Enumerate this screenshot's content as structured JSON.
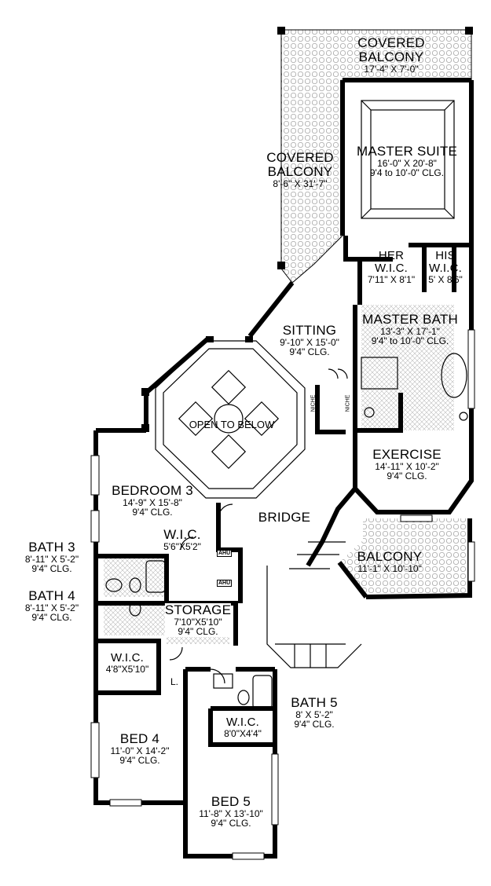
{
  "rooms": {
    "covered_balcony_top": {
      "name_1": "COVERED",
      "name_2": "BALCONY",
      "dim": "17'-4\" X 7'-0\""
    },
    "master_suite": {
      "name": "MASTER SUITE",
      "dim": "16'-0\" X 20'-8\"",
      "clg": "9'4 to 10'-0\" CLG."
    },
    "covered_balcony_side": {
      "name_1": "COVERED",
      "name_2": "BALCONY",
      "dim": "8'-6\" X 31'-7\""
    },
    "her_wic": {
      "name_1": "HER",
      "name_2": "W.I.C.",
      "dim": "7'11\" X 8'1\""
    },
    "his_wic": {
      "name_1": "HIS",
      "name_2": "W.I.C.",
      "dim": "5' X 8'6\""
    },
    "sitting": {
      "name": "SITTING",
      "dim": "9'-10\" X 15'-0\"",
      "clg": "9'4\" CLG."
    },
    "master_bath": {
      "name": "MASTER BATH",
      "dim": "13'-3\" X 17'-1\"",
      "clg": "9'4\" to 10'-0\" CLG."
    },
    "open_to_below": {
      "name": "OPEN TO BELOW"
    },
    "exercise": {
      "name": "EXERCISE",
      "dim": "14'-11\" X 10'-2\"",
      "clg": "9'4\" CLG."
    },
    "bedroom3": {
      "name": "BEDROOM 3",
      "dim": "14'-9\" X 15'-8\"",
      "clg": "9'4\" CLG."
    },
    "bridge": {
      "name": "BRIDGE"
    },
    "wic_bed3": {
      "name": "W.I.C.",
      "dim": "5'6\"X5'2\""
    },
    "bath3": {
      "name": "BATH 3",
      "dim": "8'-11\" X 5'-2\"",
      "clg": "9'4\" CLG."
    },
    "balcony": {
      "name": "BALCONY",
      "dim": "11'-1\" X 10'-10\""
    },
    "bath4": {
      "name": "BATH 4",
      "dim": "8'-11\" X 5'-2\"",
      "clg": "9'4\" CLG."
    },
    "storage": {
      "name": "STORAGE",
      "dim": "7'10\"X5'10\"",
      "clg": "9'4\" CLG."
    },
    "wic_bed4": {
      "name": "W.I.C.",
      "dim": "4'8\"X5'10\""
    },
    "linen": {
      "name": "L."
    },
    "bath5": {
      "name": "BATH 5",
      "dim": "8' X 5'-2\"",
      "clg": "9'4\" CLG."
    },
    "wic_bed5": {
      "name": "W.I.C.",
      "dim": "8'0\"X4'4\""
    },
    "bed4": {
      "name": "BED 4",
      "dim": "11'-0\" X 14'-2\"",
      "clg": "9'4\" CLG."
    },
    "bed5": {
      "name": "BED 5",
      "dim": "11'-8\" X 13'-10\"",
      "clg": "9'4\" CLG."
    }
  },
  "tags": {
    "niche_left": "NICHE",
    "niche_right": "NICHE",
    "ahu_1": "AHU",
    "ahu_2": "AHU"
  }
}
